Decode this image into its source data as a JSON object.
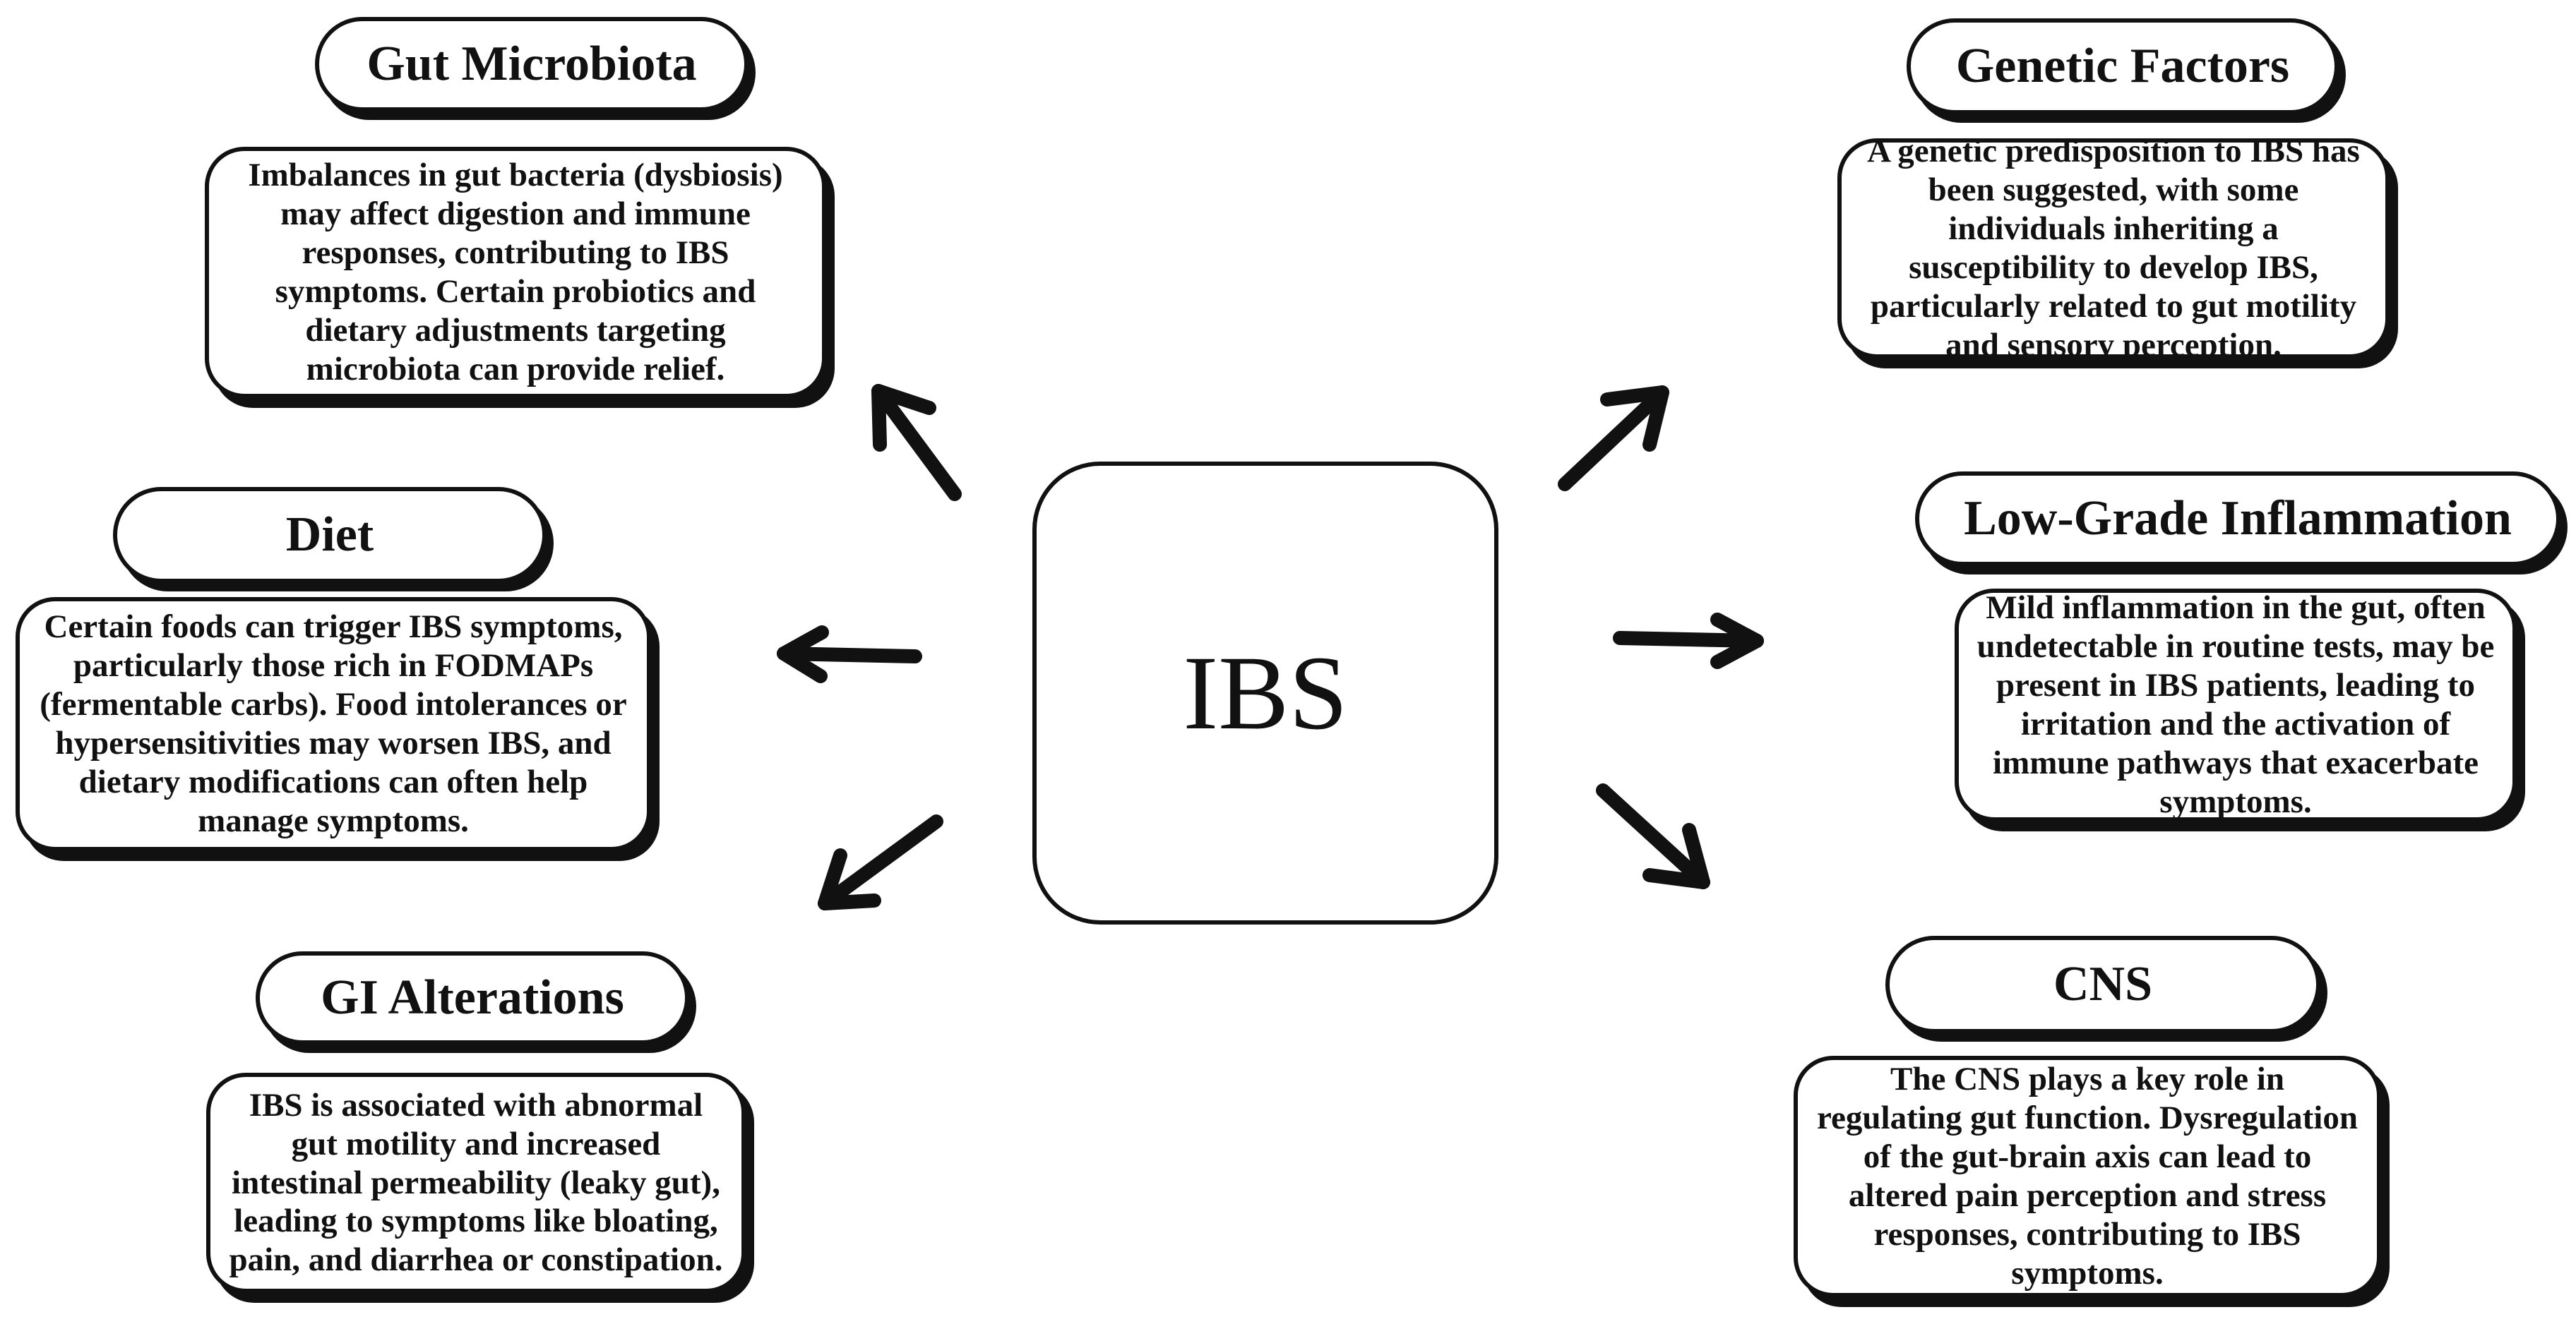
{
  "center": {
    "label": "IBS"
  },
  "factors": {
    "gut_microbiota": {
      "title": "Gut Microbiota",
      "description": "Imbalances in gut bacteria (dysbiosis) may affect digestion and immune responses, contributing to IBS symptoms. Certain probiotics and dietary adjustments targeting microbiota can provide relief."
    },
    "diet": {
      "title": "Diet",
      "description": "Certain foods can trigger IBS symptoms, particularly those rich in FODMAPs (fermentable carbs). Food intolerances or hypersensitivities may worsen IBS, and dietary modifications can often help manage symptoms."
    },
    "gi_alterations": {
      "title": "GI Alterations",
      "description": "IBS is associated with abnormal gut motility and increased intestinal permeability (leaky gut), leading to symptoms like bloating, pain, and diarrhea or constipation."
    },
    "genetic_factors": {
      "title": "Genetic Factors",
      "description": "A genetic predisposition to IBS has been suggested, with some individuals inheriting a susceptibility to develop IBS, particularly related to gut motility and sensory perception."
    },
    "low_grade_inflammation": {
      "title": "Low-Grade Inflammation",
      "description": "Mild inflammation in the gut, often undetectable in routine tests, may be present in IBS patients, leading to irritation and the activation of immune pathways that exacerbate symptoms."
    },
    "cns": {
      "title": "CNS",
      "description": "The CNS plays a key role in regulating gut function. Dysregulation of the gut-brain axis can lead to altered pain perception and stress responses, contributing to IBS symptoms."
    }
  }
}
